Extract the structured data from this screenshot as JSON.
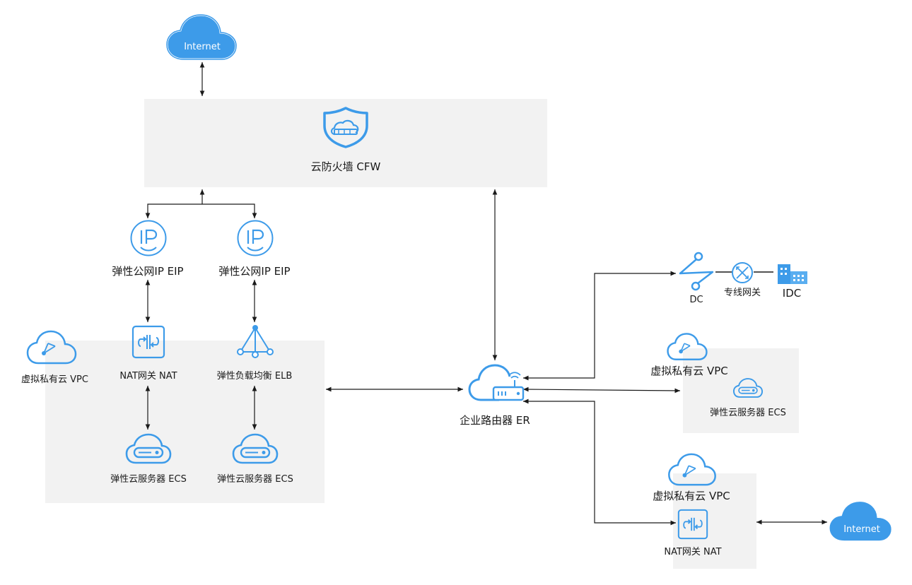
{
  "nodes": {
    "internet_top": "Internet",
    "cfw": "云防火墙 CFW",
    "eip_left": "弹性公网IP EIP",
    "eip_right": "弹性公网IP EIP",
    "vpc_left": "虚拟私有云 VPC",
    "nat_left": "NAT网关 NAT",
    "elb": "弹性负载均衡 ELB",
    "ecs_left_1": "弹性云服务器 ECS",
    "ecs_left_2": "弹性云服务器 ECS",
    "er": "企业路由器 ER",
    "dc": "DC",
    "dc_gateway": "专线网关",
    "idc": "IDC",
    "vpc_right_1": "虚拟私有云 VPC",
    "ecs_right": "弹性云服务器 ECS",
    "vpc_right_2": "虚拟私有云 VPC",
    "nat_right": "NAT网关 NAT",
    "internet_bottom": "Internet"
  },
  "colors": {
    "accent": "#3d9be9",
    "accent_light": "#5aaef0",
    "panel": "#f2f2f2",
    "line": "#1a1a1a"
  },
  "icons": {
    "internet": "cloud-icon",
    "cfw": "shield-icon",
    "eip": "ip-icon",
    "nat": "nat-gateway-icon",
    "elb": "load-balancer-icon",
    "ecs": "server-icon",
    "vpc": "vpc-cloud-icon",
    "er": "router-icon",
    "dc": "direct-connect-icon",
    "dc_gateway": "gateway-icon",
    "idc": "building-icon"
  }
}
